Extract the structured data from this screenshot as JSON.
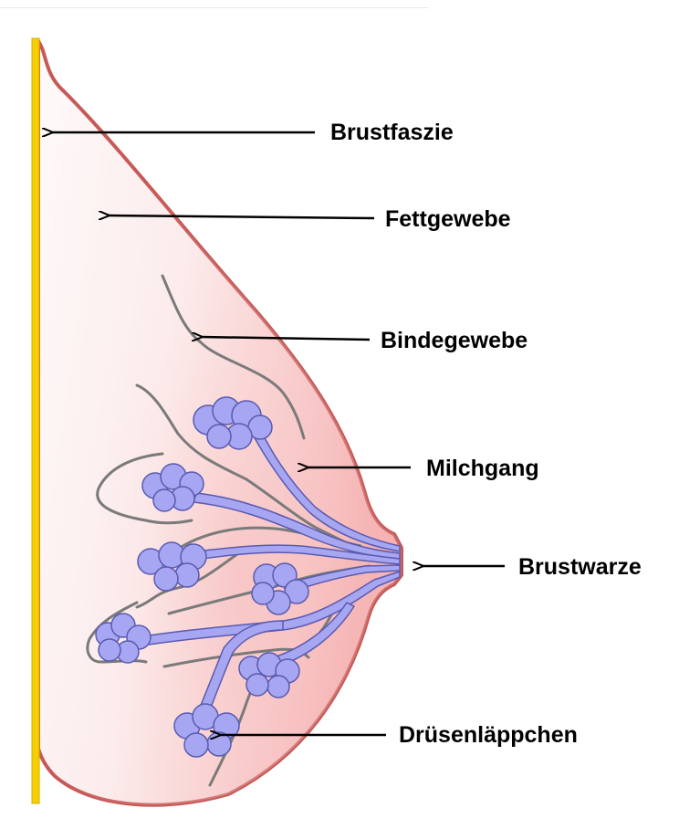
{
  "labels": {
    "brustfaszie": "Brustfaszie",
    "fettgewebe": "Fettgewebe",
    "bindegewebe": "Bindegewebe",
    "milchgang": "Milchgang",
    "brustwarze": "Brustwarze",
    "druesenlaeppchen": "Drüsenläppchen"
  },
  "colors": {
    "fascia": "#f5cf00",
    "outline": "#c65a58",
    "tissue_light": "#fdf6f6",
    "tissue_dark": "#f6b4b4",
    "duct": "#a6a6f2",
    "duct_stroke": "#5a5ab0",
    "connective": "#7a7a7a",
    "arrow": "#000000"
  }
}
